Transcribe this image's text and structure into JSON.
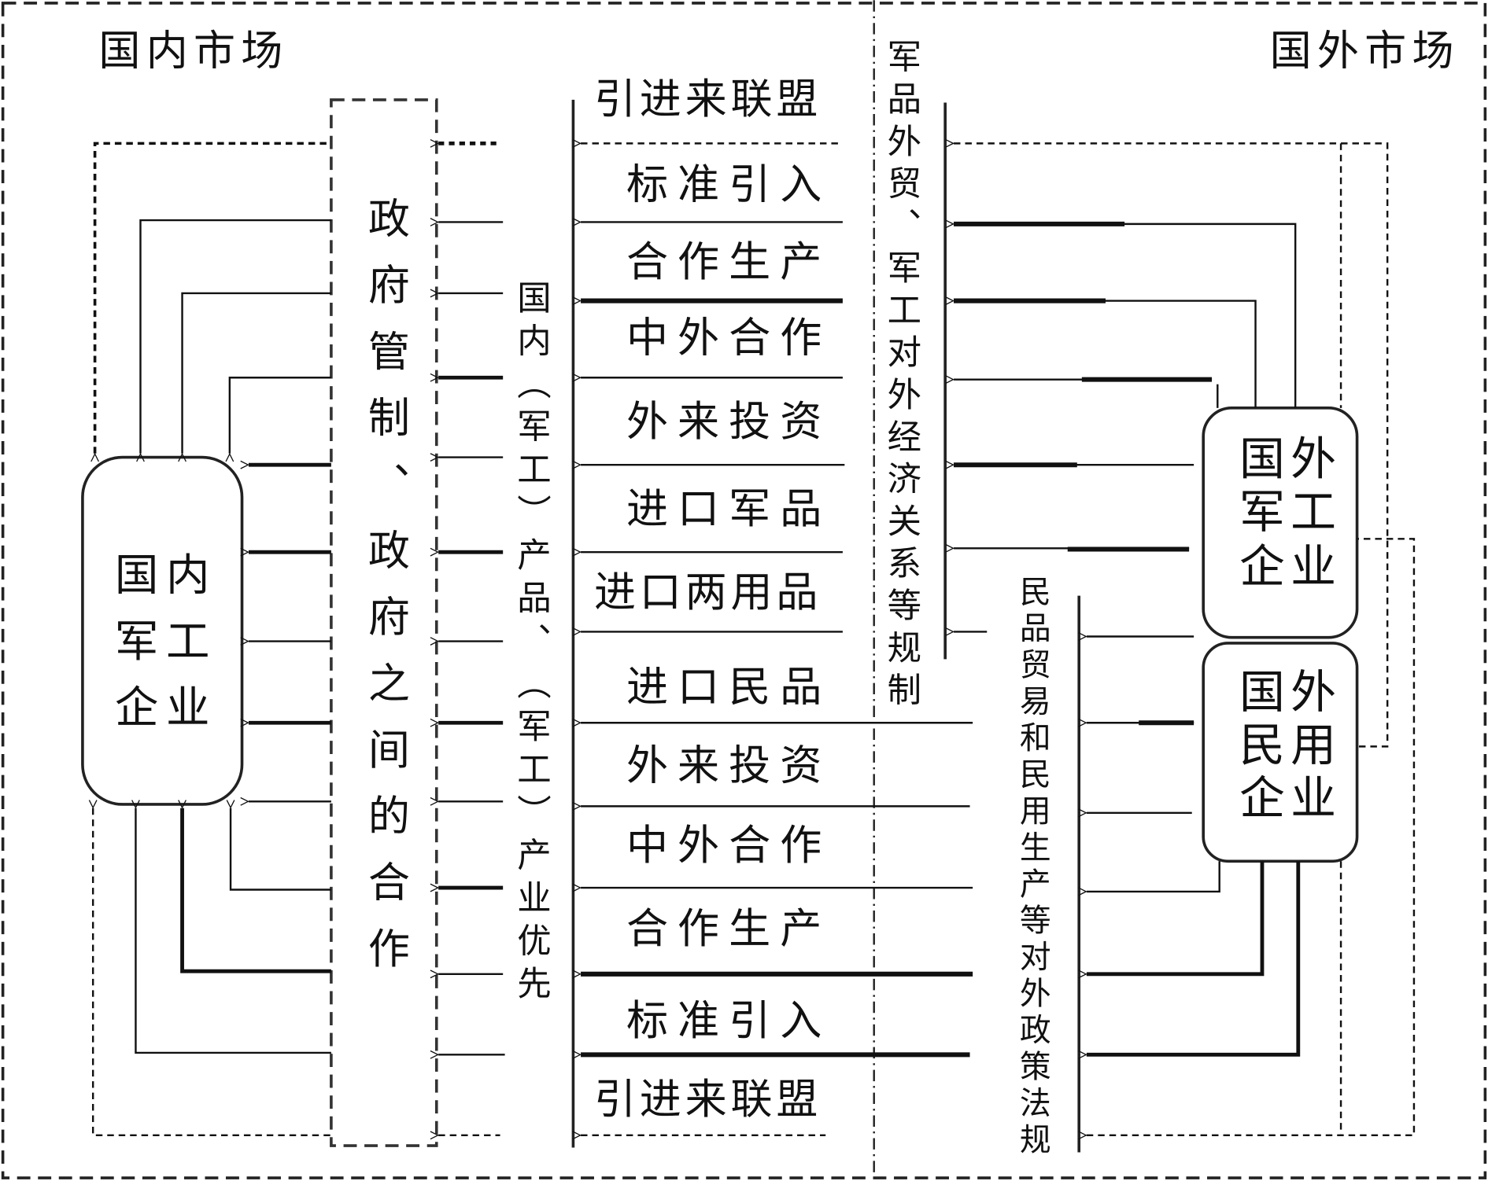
{
  "regions": {
    "domestic_market": "国内市场",
    "foreign_market": "国外市场"
  },
  "boxes": {
    "domestic_military": [
      "国内",
      "军工",
      "企业"
    ],
    "foreign_military": [
      "国外",
      "军工",
      "企业"
    ],
    "foreign_civil": [
      "国外",
      "民用",
      "企业"
    ]
  },
  "vertical_labels": {
    "government": "政府管制、政府之间的合作",
    "domestic_priority": "国内（军工）产品、（军工）产业优先",
    "military_trade_rules": "军品外贸、军工对外经济关系等规制",
    "civil_trade_rules": "民品贸易和民用生产等对外政策法规"
  },
  "channels": [
    "引进来联盟",
    "标准引入",
    "合作生产",
    "中外合作",
    "外来投资",
    "进口军品",
    "进口两用品",
    "进口民品",
    "外来投资",
    "中外合作",
    "合作生产",
    "标准引入",
    "引进来联盟"
  ]
}
